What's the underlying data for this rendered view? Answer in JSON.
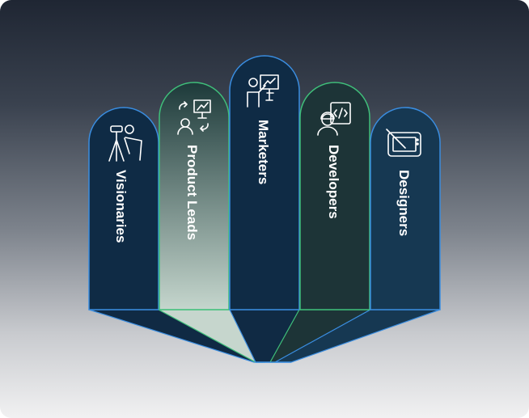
{
  "diagram": {
    "roles": [
      {
        "label": "Visionaries",
        "icon": "binoculars-person-icon",
        "fill": "#0f2b45",
        "stroke": "#3a8de0"
      },
      {
        "label": "Product Leads",
        "icon": "people-chart-cycle-icon",
        "fill": "gradient-green",
        "stroke": "#3fbf7a"
      },
      {
        "label": "Marketers",
        "icon": "presenter-chart-icon",
        "fill": "#0f2b45",
        "stroke": "#3a8de0"
      },
      {
        "label": "Developers",
        "icon": "developer-code-icon",
        "fill": "#1d3437",
        "stroke": "#3fbf7a"
      },
      {
        "label": "Designers",
        "icon": "drawing-tablet-icon",
        "fill": "#163852",
        "stroke": "#3a8de0"
      }
    ]
  }
}
